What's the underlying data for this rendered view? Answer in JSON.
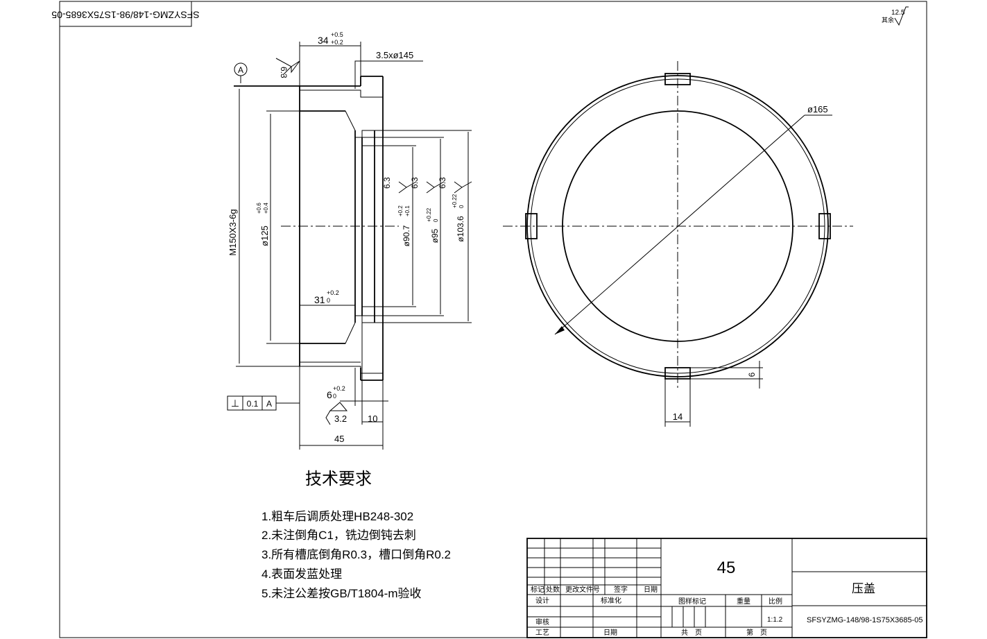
{
  "corner_code": "SFSYZMG-148/98-1S75X3685-05",
  "surface_finish_general": {
    "label": "其余",
    "value": "12.5"
  },
  "datum": "A",
  "section_view": {
    "dim_top_width": "34",
    "dim_top_width_tol_upper": "+0.5",
    "dim_top_width_tol_lower": "+0.2",
    "dim_chamfer": "3.5xø145",
    "roughness_left": "6.3",
    "dim_thread": "M150X3-6g",
    "dim_bore_125": "ø125",
    "dim_bore_125_tol_upper": "+0.6",
    "dim_bore_125_tol_lower": "+0.4",
    "dim_d907": "ø90.7",
    "dim_d907_tol_upper": "+0.2",
    "dim_d907_tol_lower": "+0.1",
    "dim_d95": "ø95",
    "dim_d95_tol_upper": "+0.22",
    "dim_d95_tol_lower": "0",
    "dim_d1036": "ø103.6",
    "dim_d1036_tol_upper": "+0.22",
    "dim_d1036_tol_lower": "0",
    "roughness_r1": "6.3",
    "roughness_r2": "6.3",
    "roughness_r3": "6.3",
    "dim_inner_depth": "31",
    "dim_inner_depth_tol_upper": "+0.2",
    "dim_inner_depth_tol_lower": "0",
    "dim_groove": "6",
    "dim_groove_tol_upper": "+0.2",
    "dim_groove_tol_lower": "0",
    "roughness_bottom": "3.2",
    "dim_flange": "10",
    "dim_total": "45",
    "gdt_symbol": "⊥",
    "gdt_value": "0.1",
    "gdt_datum": "A"
  },
  "front_view": {
    "dim_outer": "ø165",
    "dim_slot_depth": "6",
    "dim_slot_width": "14"
  },
  "tech_requirements": {
    "title": "技术要求",
    "items": [
      "1.粗车后调质处理HB248-302",
      "2.未注倒角C1，铣边倒钝去刺",
      "3.所有槽底倒角R0.3，槽口倒角R0.2",
      "4.表面发蓝处理",
      "5.未注公差按GB/T1804-m验收"
    ]
  },
  "title_block": {
    "material": "45",
    "part_name": "压盖",
    "drawing_number": "SFSYZMG-148/98-1S75X3685-05",
    "row_labels": [
      "标记",
      "处数",
      "更改文件号",
      "签字",
      "日期"
    ],
    "designer": "设计",
    "standardization": "标准化",
    "checker": "审核",
    "process": "工艺",
    "date": "日期",
    "stage_mark": "图样标记",
    "weight": "重量",
    "scale_label": "比例",
    "scale_value": "1:1.2",
    "total_sheets": "共　页",
    "sheet_no": "第　页"
  }
}
